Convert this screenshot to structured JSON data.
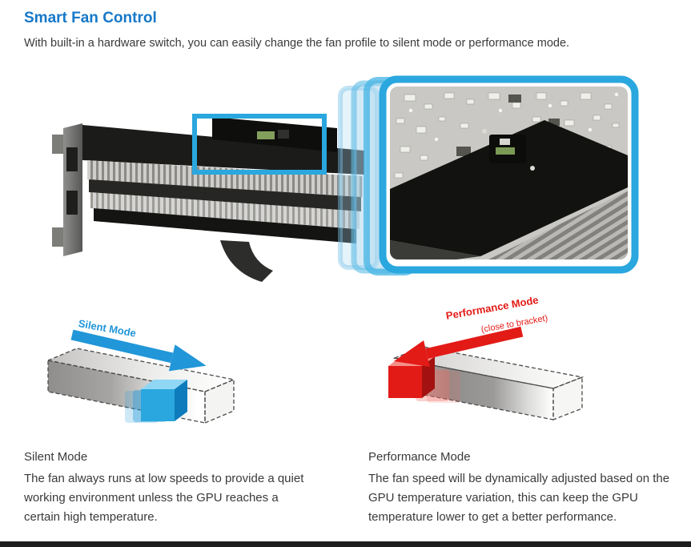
{
  "colors": {
    "title_blue": "#1678c8",
    "accent_blue": "#2aa7de",
    "arrow_blue": "#2196d8",
    "arrow_red": "#e31b17",
    "text_dark": "#3a3a3a",
    "footer_bar": "#1d1d1b"
  },
  "header": {
    "title": "Smart Fan Control",
    "subtitle": "With built-in a hardware switch, you can easily change the fan profile to silent mode or performance mode."
  },
  "diagrams": {
    "silent": {
      "label": "Silent Mode"
    },
    "performance": {
      "label": "Performance Mode",
      "sublabel": "(close to bracket)"
    }
  },
  "modes": [
    {
      "heading": "Silent Mode",
      "description": "The fan always runs at low speeds to provide a quiet working environment unless the GPU reaches a certain high temperature."
    },
    {
      "heading": "Performance Mode",
      "description": "The fan speed will be dynamically adjusted based on the GPU temperature variation, this can keep the GPU temperature lower to get a better performance."
    }
  ]
}
